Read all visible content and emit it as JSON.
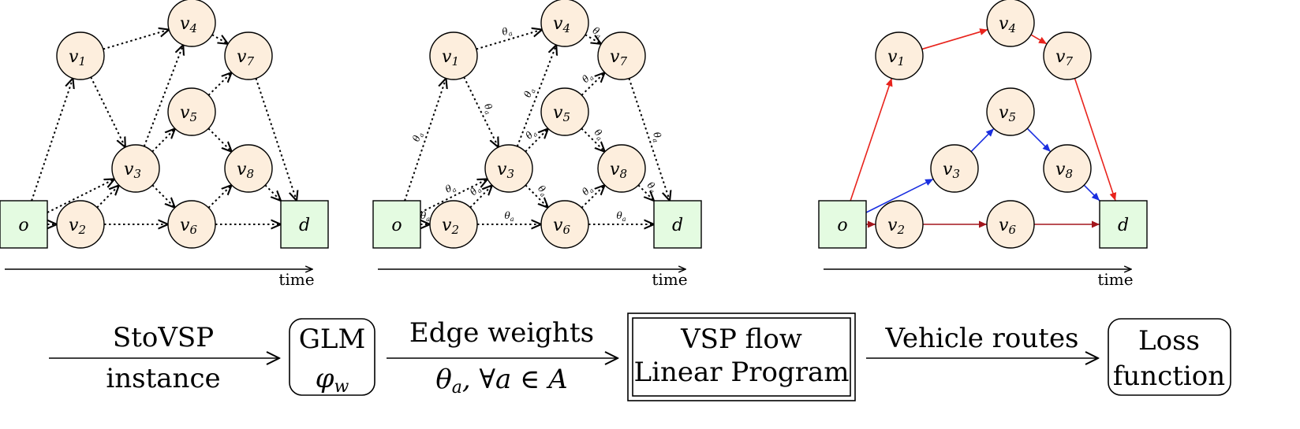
{
  "nodes": [
    {
      "id": "o",
      "label": "o",
      "sub": "",
      "shape": "rect"
    },
    {
      "id": "v1",
      "label": "v",
      "sub": "1",
      "shape": "circle"
    },
    {
      "id": "v2",
      "label": "v",
      "sub": "2",
      "shape": "circle"
    },
    {
      "id": "v3",
      "label": "v",
      "sub": "3",
      "shape": "circle"
    },
    {
      "id": "v4",
      "label": "v",
      "sub": "4",
      "shape": "circle"
    },
    {
      "id": "v5",
      "label": "v",
      "sub": "5",
      "shape": "circle"
    },
    {
      "id": "v6",
      "label": "v",
      "sub": "6",
      "shape": "circle"
    },
    {
      "id": "v7",
      "label": "v",
      "sub": "7",
      "shape": "circle"
    },
    {
      "id": "v8",
      "label": "v",
      "sub": "8",
      "shape": "circle"
    },
    {
      "id": "d",
      "label": "d",
      "sub": "",
      "shape": "rect"
    }
  ],
  "edges": [
    [
      "o",
      "v1"
    ],
    [
      "o",
      "v2"
    ],
    [
      "o",
      "v3"
    ],
    [
      "v1",
      "v3"
    ],
    [
      "v1",
      "v4"
    ],
    [
      "v2",
      "v3"
    ],
    [
      "v2",
      "v6"
    ],
    [
      "v3",
      "v4"
    ],
    [
      "v3",
      "v5"
    ],
    [
      "v3",
      "v6"
    ],
    [
      "v4",
      "v7"
    ],
    [
      "v5",
      "v7"
    ],
    [
      "v5",
      "v8"
    ],
    [
      "v6",
      "v8"
    ],
    [
      "v6",
      "d"
    ],
    [
      "v7",
      "d"
    ],
    [
      "v8",
      "d"
    ]
  ],
  "edge_weight_label": "θ",
  "edge_weight_sub": "a",
  "time_label": "time",
  "solution_routes": [
    {
      "color": "#e8231c",
      "path": [
        "o",
        "v1",
        "v4",
        "v7",
        "d"
      ]
    },
    {
      "color": "#1a2fe0",
      "path": [
        "o",
        "v3",
        "v5",
        "v8",
        "d"
      ]
    },
    {
      "color": "#a3161d",
      "path": [
        "o",
        "v2",
        "v6",
        "d"
      ]
    }
  ],
  "pipeline": {
    "input_top": "StoVSP",
    "input_bottom": "instance",
    "glm_top": "GLM",
    "glm_bottom": "φ",
    "glm_bottom_sub": "w",
    "weights_top": "Edge weights",
    "weights_bottom": "θ",
    "weights_bottom_sub": "a",
    "weights_bottom_rest": ", ∀a ∈ A",
    "lp_top": "VSP flow",
    "lp_bottom": "Linear Program",
    "routes_label": "Vehicle routes",
    "loss_top": "Loss",
    "loss_bottom": "function"
  }
}
